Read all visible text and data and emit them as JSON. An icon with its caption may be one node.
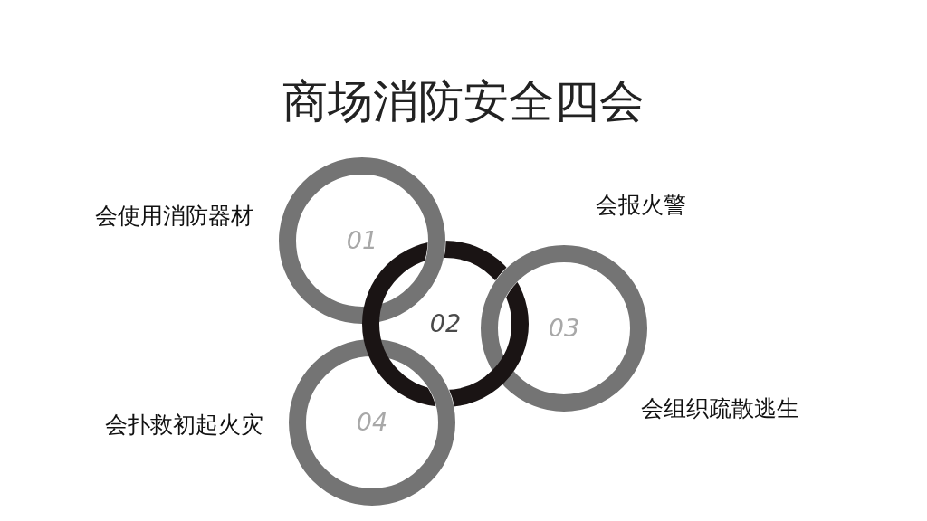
{
  "diagram": {
    "title": "商场消防安全四会",
    "nodes": [
      {
        "text": [
          "01"
        ],
        "beside": [
          "会使用消防器材"
        ]
      },
      {
        "text": [
          "02"
        ]
      },
      {
        "text": [
          "03"
        ],
        "beside": [
          "会组织疏散逃生"
        ]
      },
      {
        "text": [
          "04"
        ],
        "beside": [
          "会扑救初起火灾"
        ]
      }
    ],
    "labels": [
      "会报火警"
    ]
  }
}
